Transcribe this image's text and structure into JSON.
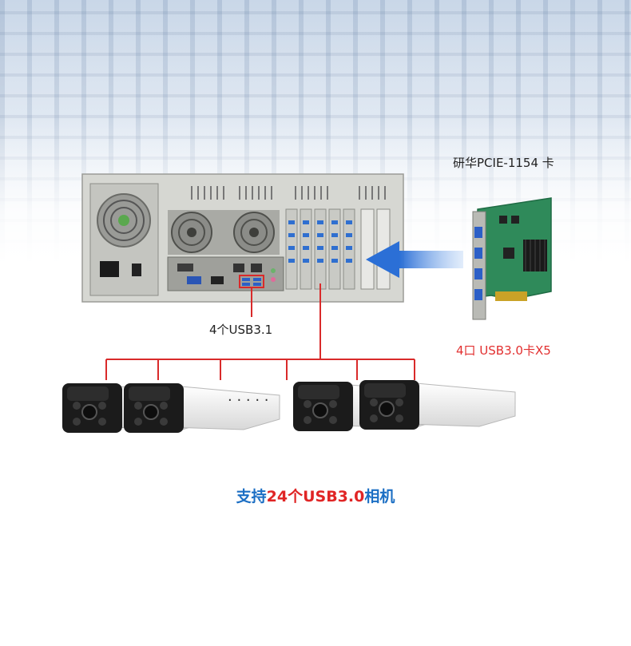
{
  "labels": {
    "card": "研华PCIE-1154 卡",
    "usb31": "4个USB3.1",
    "usb30": "4口 USB3.0卡X5"
  },
  "caption": {
    "part1": "支持",
    "part2": "24个USB3.0",
    "part3": "相机"
  },
  "ellipsis": "· · · · ·",
  "colors": {
    "connector": "#d92a2a",
    "arrow": "#2b6fd6",
    "caption_blue": "#1c6fc4",
    "caption_red": "#e02525",
    "pcb_green": "#2f8a5a"
  }
}
